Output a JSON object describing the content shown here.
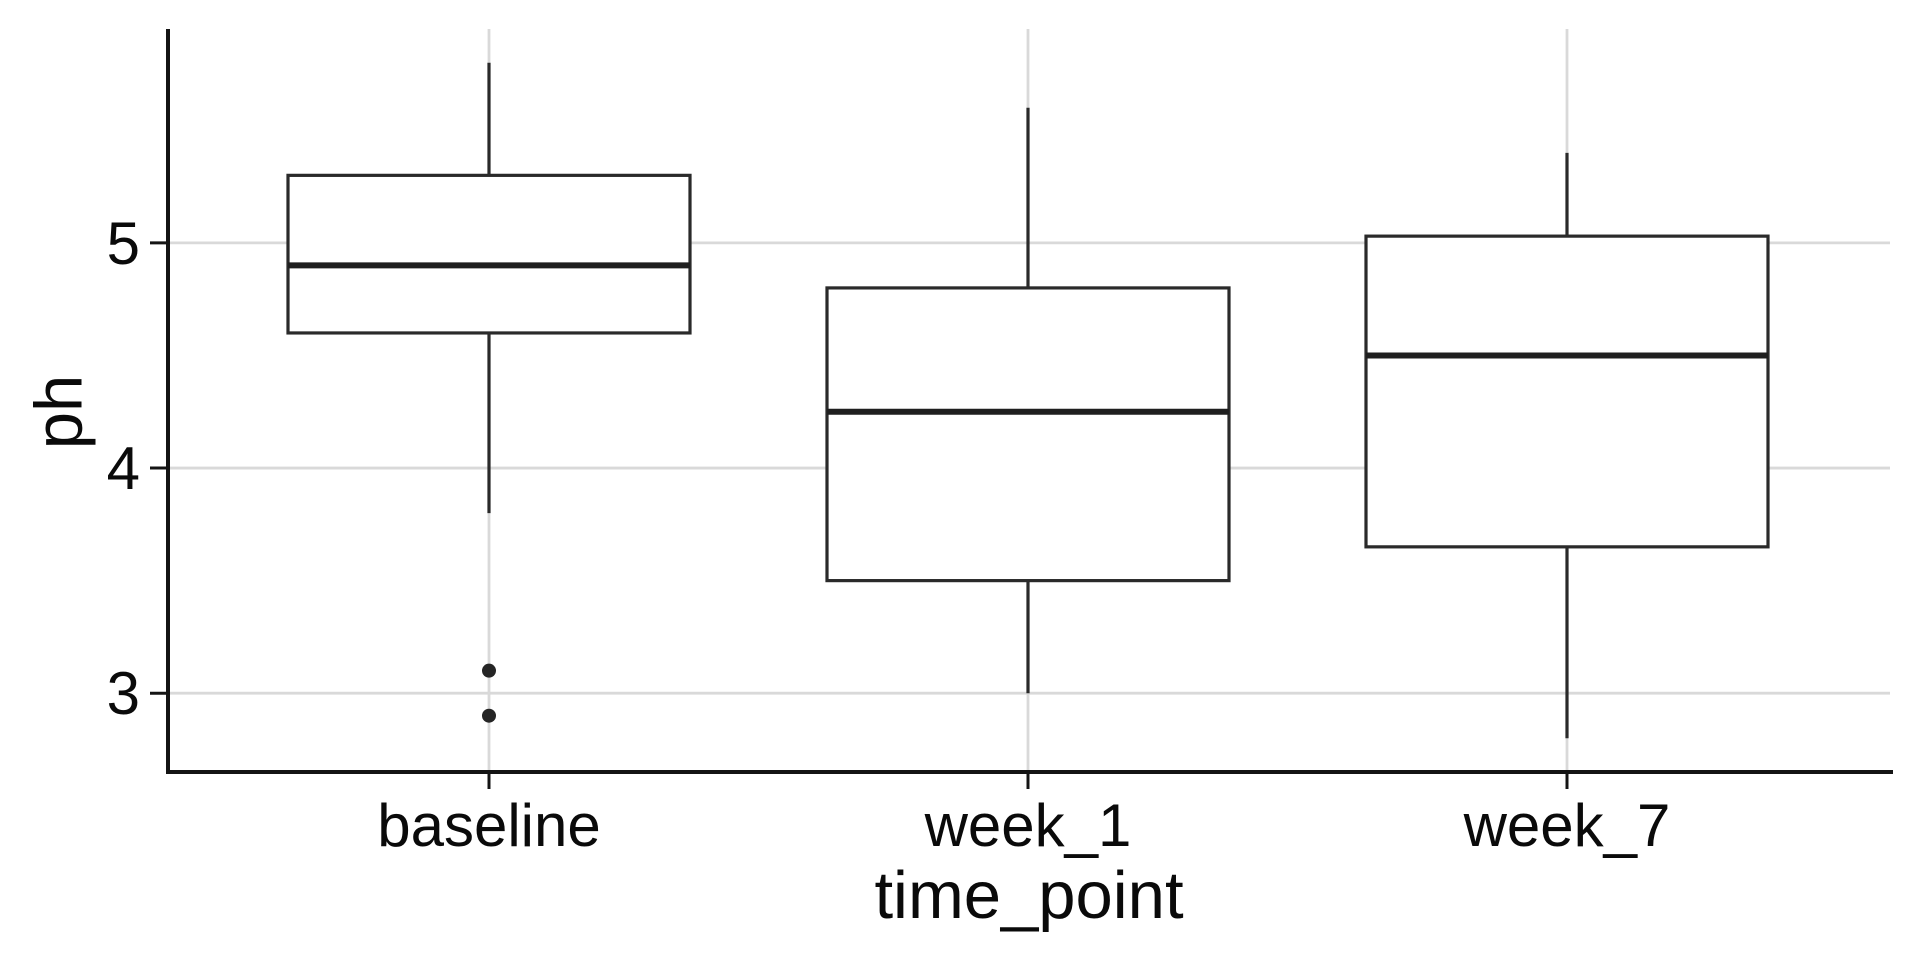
{
  "chart_data": {
    "type": "boxplot",
    "title": "",
    "xlabel": "time_point",
    "ylabel": "ph",
    "categories": [
      "baseline",
      "week_1",
      "week_7"
    ],
    "y_ticks": [
      3,
      4,
      5
    ],
    "y_tick_labels": [
      "3",
      "4",
      "5"
    ],
    "ylim": [
      2.65,
      5.95
    ],
    "grid": "major horizontal gridlines at each y tick plus one vertical gridline per category; no minor gridlines",
    "legend": "none",
    "series": [
      {
        "category": "baseline",
        "whisker_low": 3.8,
        "q1": 4.6,
        "median": 4.9,
        "q3": 5.3,
        "whisker_high": 5.8,
        "outliers": [
          3.1,
          2.9
        ]
      },
      {
        "category": "week_1",
        "whisker_low": 3.0,
        "q1": 3.5,
        "median": 4.25,
        "q3": 4.8,
        "whisker_high": 5.6,
        "outliers": []
      },
      {
        "category": "week_7",
        "whisker_low": 2.8,
        "q1": 3.65,
        "median": 4.5,
        "q3": 5.03,
        "whisker_high": 5.4,
        "outliers": []
      }
    ],
    "colors": {
      "background": "#ffffff",
      "box_fill": "#ffffff",
      "box_stroke": "#2a2a2a",
      "median": "#1f1f1f",
      "whisker": "#2a2a2a",
      "outlier": "#252525",
      "gridline": "#d9d9d9",
      "axis": "#141414",
      "text": "#0a0a0a"
    }
  }
}
